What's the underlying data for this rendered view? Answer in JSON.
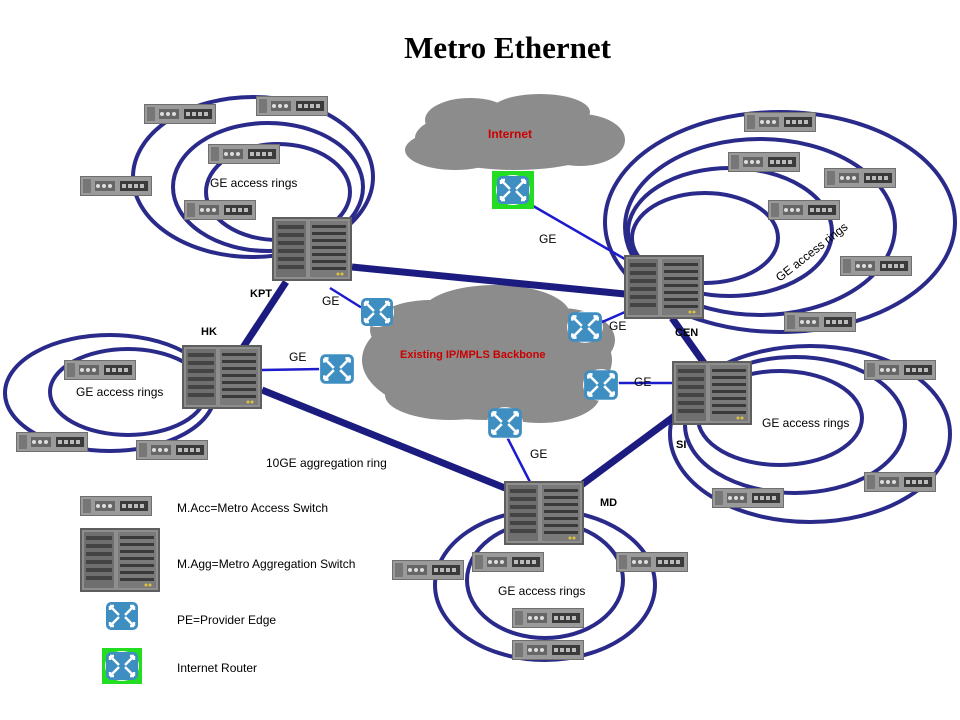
{
  "title": "Metro Ethernet",
  "clouds": {
    "internet": "Internet",
    "backbone": "Existing IP/MPLS Backbone"
  },
  "sites": {
    "kpt": "KPT",
    "hk": "HK",
    "cen": "CEN",
    "si": "SI",
    "md": "MD"
  },
  "ring_label": "GE access rings",
  "link_label": "GE",
  "aggregation_ring": "10GE aggregation ring",
  "legend": {
    "macc": "M.Acc=Metro Access Switch",
    "magg": "M.Agg=Metro Aggregation Switch",
    "pe": "PE=Provider Edge",
    "router": "Internet Router"
  },
  "colors": {
    "ring": "#2a2a8a",
    "link": "#1c1ccc",
    "cloud": "#8c8c8c",
    "router_green": "#22dd22",
    "pe_blue": "#3e8ec2"
  }
}
